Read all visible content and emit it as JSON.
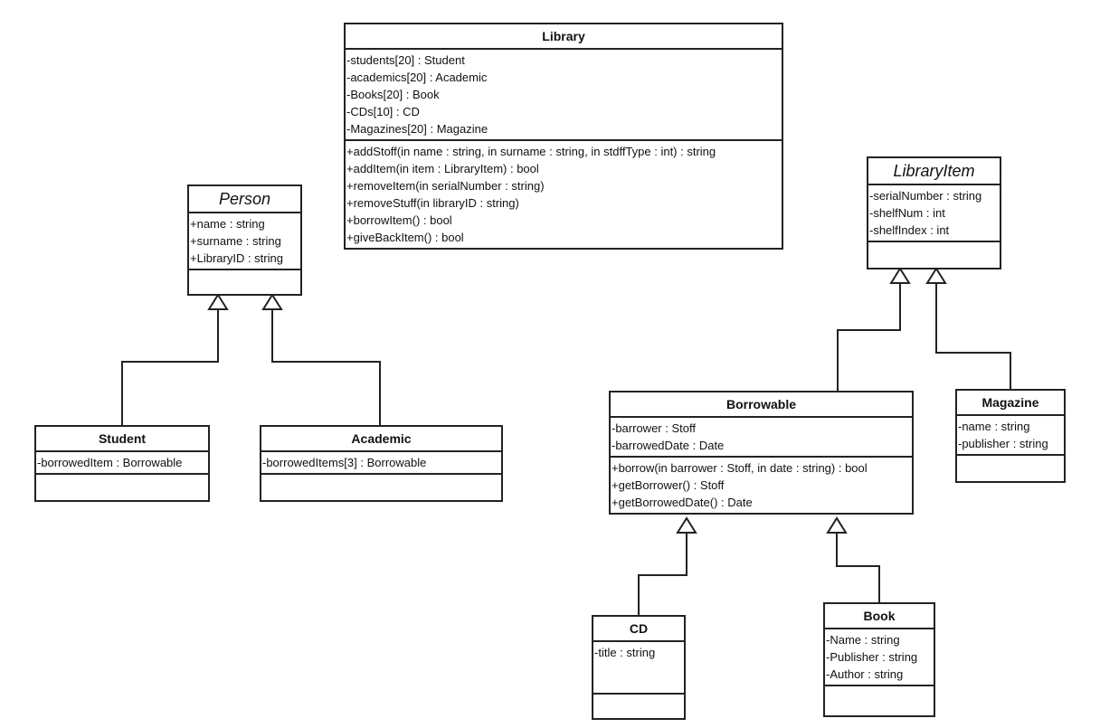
{
  "classes": {
    "library": {
      "name": "Library",
      "abstract": false,
      "attributes": [
        "-students[20] : Student",
        "-academics[20] : Academic",
        "-Books[20] : Book",
        "-CDs[10] : CD",
        "-Magazines[20] : Magazine"
      ],
      "operations": [
        "+addStoff(in name : string, in surname : string, in stdffType : int) : string",
        "+addItem(in item : LibraryItem) : bool",
        "+removeItem(in serialNumber : string)",
        "+removeStuff(in libraryID : string)",
        "+borrowItem() : bool",
        "+giveBackItem() : bool"
      ]
    },
    "person": {
      "name": "Person",
      "abstract": true,
      "attributes": [
        "+name : string",
        "+surname : string",
        "+LibraryID : string"
      ],
      "operations": []
    },
    "student": {
      "name": "Student",
      "abstract": false,
      "attributes": [
        "-borrowedItem : Borrowable"
      ],
      "operations": []
    },
    "academic": {
      "name": "Academic",
      "abstract": false,
      "attributes": [
        "-borrowedItems[3] : Borrowable"
      ],
      "operations": []
    },
    "libraryitem": {
      "name": "LibraryItem",
      "abstract": true,
      "attributes": [
        "-serialNumber : string",
        "-shelfNum : int",
        "-shelfIndex : int"
      ],
      "operations": []
    },
    "borrowable": {
      "name": "Borrowable",
      "abstract": false,
      "attributes": [
        "-barrower : Stoff",
        "-barrowedDate : Date"
      ],
      "operations": [
        "+borrow(in barrower : Stoff, in date : string) : bool",
        "+getBorrower() : Stoff",
        "+getBorrowedDate() : Date"
      ]
    },
    "magazine": {
      "name": "Magazine",
      "abstract": false,
      "attributes": [
        "-name : string",
        "-publisher : string"
      ],
      "operations": []
    },
    "cd": {
      "name": "CD",
      "abstract": false,
      "attributes": [
        "-title : string"
      ],
      "operations": []
    },
    "book": {
      "name": "Book",
      "abstract": false,
      "attributes": [
        "-Name : string",
        "-Publisher : string",
        "-Author : string"
      ],
      "operations": []
    }
  },
  "generalizations": [
    {
      "child": "student",
      "parent": "person"
    },
    {
      "child": "academic",
      "parent": "person"
    },
    {
      "child": "borrowable",
      "parent": "libraryitem"
    },
    {
      "child": "magazine",
      "parent": "libraryitem"
    },
    {
      "child": "cd",
      "parent": "borrowable"
    },
    {
      "child": "book",
      "parent": "borrowable"
    }
  ]
}
